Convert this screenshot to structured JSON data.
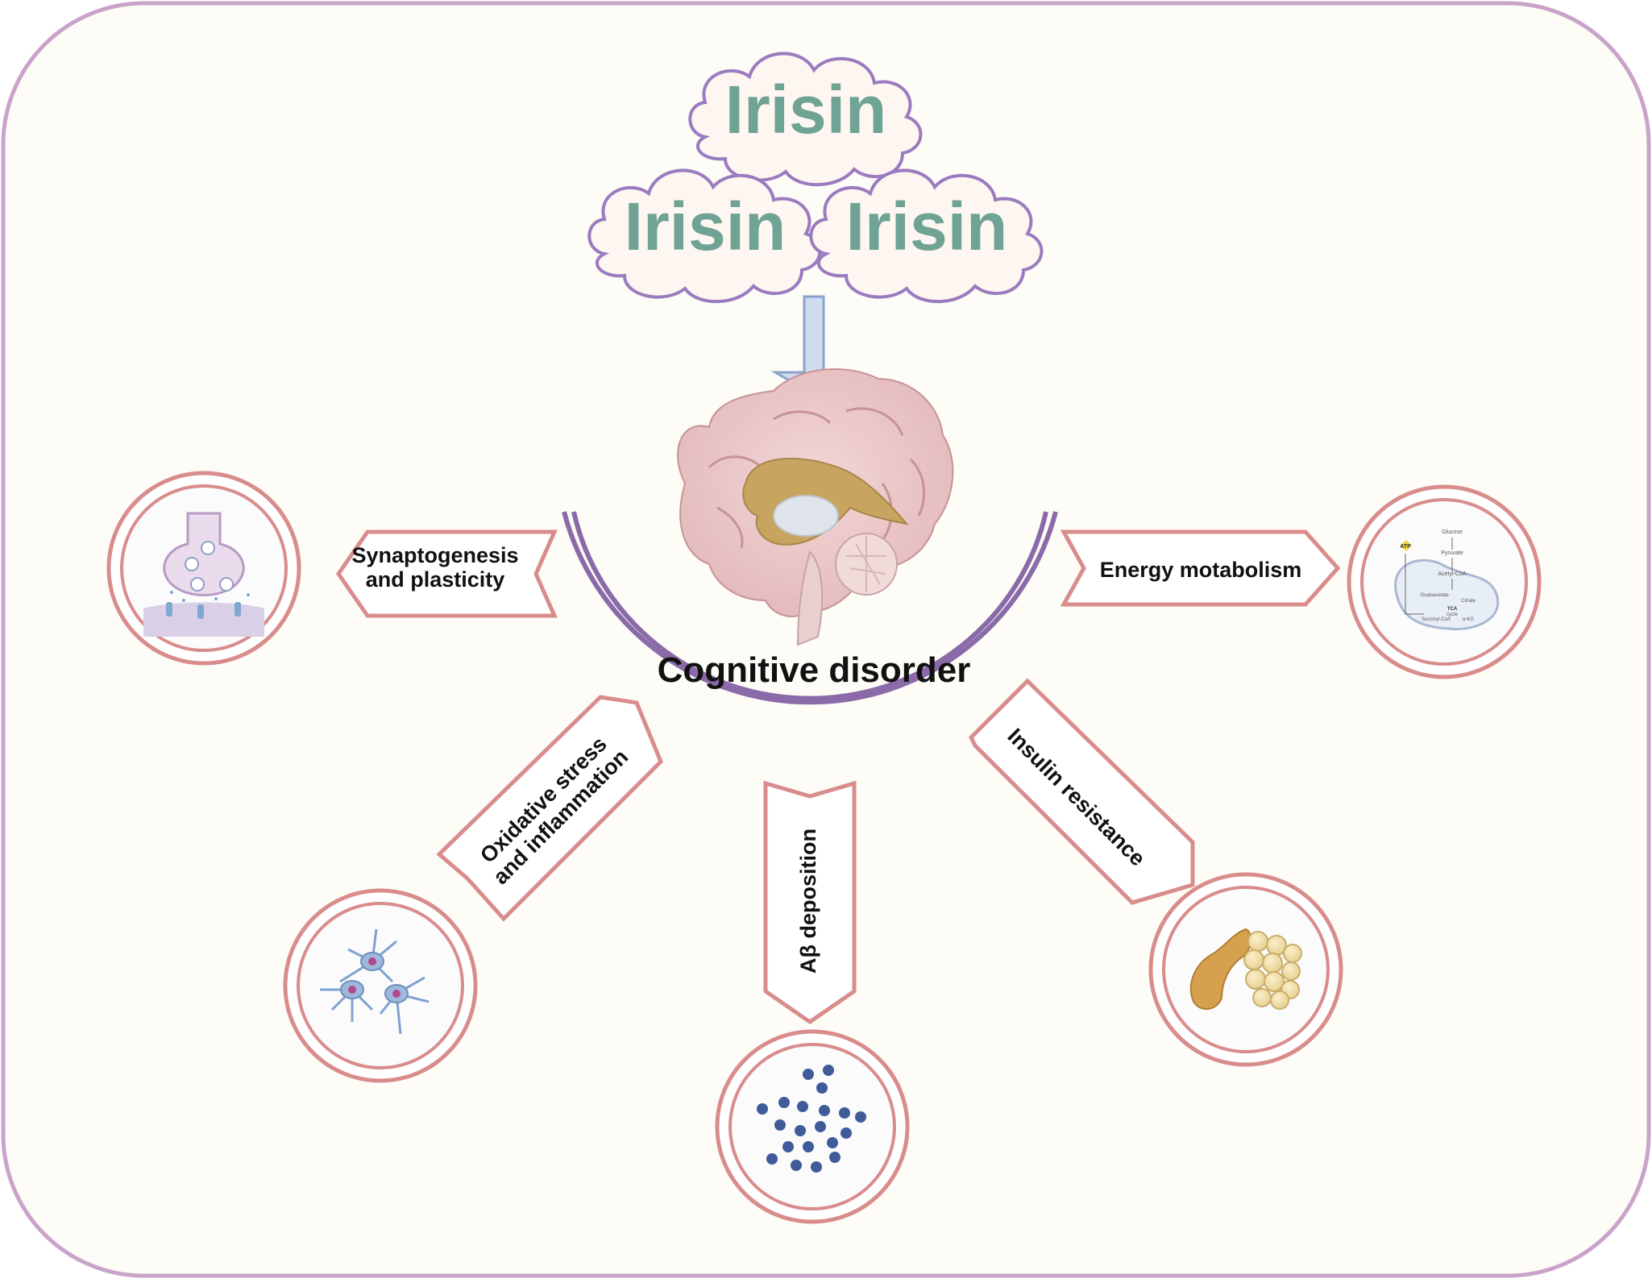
{
  "irisin_clouds": [
    {
      "label": "Irisin"
    },
    {
      "label": "Irisin"
    },
    {
      "label": "Irisin"
    }
  ],
  "center": {
    "label": "Cognitive disorder"
  },
  "mechanisms": {
    "synaptogenesis": {
      "line1": "Synaptogenesis",
      "line2": "and plasticity"
    },
    "energy": {
      "label": "Energy motabolism"
    },
    "oxidative": {
      "line1": "Oxidative stress",
      "line2": "and   inflammation"
    },
    "abeta": {
      "label": "Aβ deposition"
    },
    "insulin": {
      "label": "Insulin resistance"
    }
  },
  "tca_diagram": {
    "atp": "ATP",
    "glucose": "Glucose",
    "pyruvate": "Pyruvate",
    "acetyl_coa": "Acetyl-CoA",
    "oxaloacetate": "Oxaloacetate",
    "citrate": "Citrate",
    "tca": "TCA",
    "cycle": "cycle",
    "succinyl_coa": "Succinyl-CoA",
    "akg": "α-KG"
  },
  "colors": {
    "frame_border": "#c9a3c9",
    "background": "#fdfcf6",
    "cloud_stroke": "#9b7bbf",
    "cloud_fill": "#fdf6f1",
    "irisin_text": "#6fa393",
    "arc": "#8a6aa8",
    "arrow_fill": "#cfdcf0",
    "arrow_stroke": "#8aa3cc",
    "pink": "#d98c8c"
  }
}
